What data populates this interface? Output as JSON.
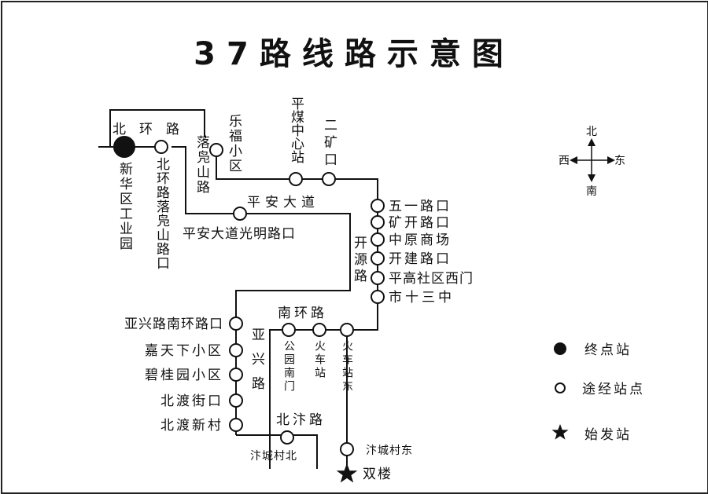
{
  "title": "37路线路示意图",
  "roads": {
    "beihuan": "北环路",
    "pingan": "平安大道",
    "kaiyuan": "开源路",
    "yaxing": "亚兴路",
    "nanhuan": "南环路",
    "beibian": "北汴路"
  },
  "stations": {
    "xinhua": "新华区工业园",
    "beihuan_luoshan": "北环路落凫山路口",
    "luoshan_road": "落凫山路",
    "lefu": "乐福小区",
    "pingmei": "平煤中心站",
    "erkuang": "二矿口",
    "pingan_guangming": "平安大道光明路口",
    "wuyi": "五一路口",
    "kuangkai": "矿开路口",
    "zhongyuan": "中原商场",
    "kaijian": "开建路口",
    "pinggao": "平高社区西门",
    "shisanzhong": "市十三中",
    "yaxing_nanhuan": "亚兴路南环路口",
    "jiatianxia": "嘉天下小区",
    "biguiyuan": "碧桂园小区",
    "beidu_jie": "北渡街口",
    "beidu_xincun": "北渡新村",
    "gongyuan": "公园南门",
    "huoche": "火车站",
    "huoche_dong": "火车站东",
    "biancheng_bei": "汴城村北",
    "biancheng_dong": "汴城村东",
    "shuanglou": "双楼"
  },
  "compass": {
    "n": "北",
    "s": "南",
    "w": "西",
    "e": "东"
  },
  "legend": {
    "terminal": "终点站",
    "via": "途经站点",
    "origin": "始发站"
  }
}
